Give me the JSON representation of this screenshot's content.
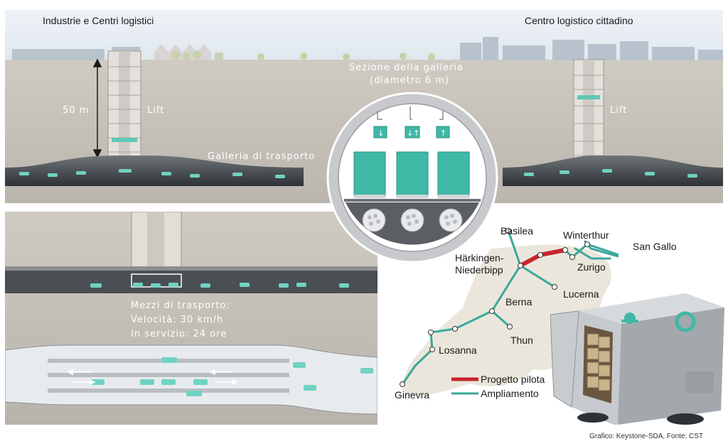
{
  "top_section": {
    "left_title": "Industrie e Centri logistici",
    "right_title": "Centro logistico cittadino",
    "depth_label": "50 m",
    "lift_left": "Lift",
    "lift_right": "Lift",
    "tunnel_label": "Galleria di trasporto",
    "section_title_line1": "Sezione della galleria",
    "section_title_line2": "(diametro 6 m)"
  },
  "bottom_section": {
    "vehicles_line1": "Mezzi di trasporto:",
    "vehicles_line2": "Velocità: 30 km/h",
    "vehicles_line3": "In servizio: 24 ore"
  },
  "map": {
    "cities": [
      "Basilea",
      "Härkingen-",
      "Niederbipp",
      "Winterthur",
      "San Gallo",
      "Zurigo",
      "Lucerna",
      "Berna",
      "Thun",
      "Losanna",
      "Ginevra"
    ],
    "legend": [
      {
        "label": "Progetto pilota",
        "color": "#c8242b"
      },
      {
        "label": "Ampliamento",
        "color": "#3aa89a"
      }
    ]
  },
  "colors": {
    "accent_teal": "#3fb8a6",
    "pilot_red": "#c8242b"
  },
  "credit": "Grafico: Keystone-SDA, Fonte: CST"
}
